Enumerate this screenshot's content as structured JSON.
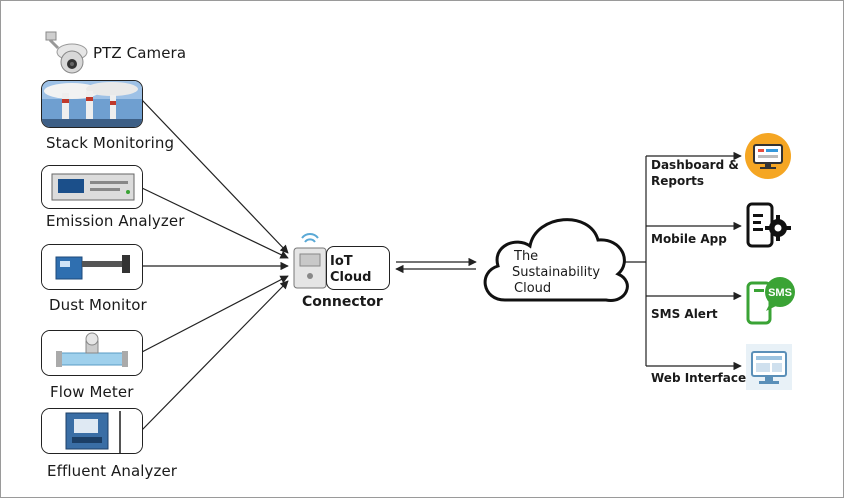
{
  "sources": [
    {
      "id": "ptz",
      "label": "PTZ Camera",
      "icon": "ptz-camera-icon"
    },
    {
      "id": "stack",
      "label": "Stack Monitoring",
      "icon": "smokestack-icon"
    },
    {
      "id": "emission",
      "label": "Emission Analyzer",
      "icon": "rack-analyzer-icon"
    },
    {
      "id": "dust",
      "label": "Dust Monitor",
      "icon": "dust-monitor-icon"
    },
    {
      "id": "flow",
      "label": "Flow Meter",
      "icon": "flow-meter-icon"
    },
    {
      "id": "effluent",
      "label": "Effluent Analyzer",
      "icon": "effluent-analyzer-icon"
    }
  ],
  "connector": {
    "title_line1": "IoT",
    "title_line2": "Cloud",
    "caption": "Connector",
    "icon": "iot-gateway-icon"
  },
  "cloud": {
    "line1": "The",
    "line2": "Sustainability",
    "line3": "Cloud",
    "icon": "cloud-icon"
  },
  "outputs": [
    {
      "label_line1": "Dashboard &",
      "label_line2": "Reports",
      "icon": "monitor-dashboard-icon"
    },
    {
      "label_line1": "Mobile App",
      "label_line2": "",
      "icon": "phone-gear-icon"
    },
    {
      "label_line1": "SMS Alert",
      "label_line2": "",
      "icon": "sms-phone-icon",
      "badge": "SMS"
    },
    {
      "label_line1": "Web Interface",
      "label_line2": "",
      "icon": "web-monitor-icon"
    }
  ],
  "colors": {
    "orange": "#f5a623",
    "green": "#3aa335",
    "blue": "#2f6fb0",
    "line": "#222222"
  }
}
